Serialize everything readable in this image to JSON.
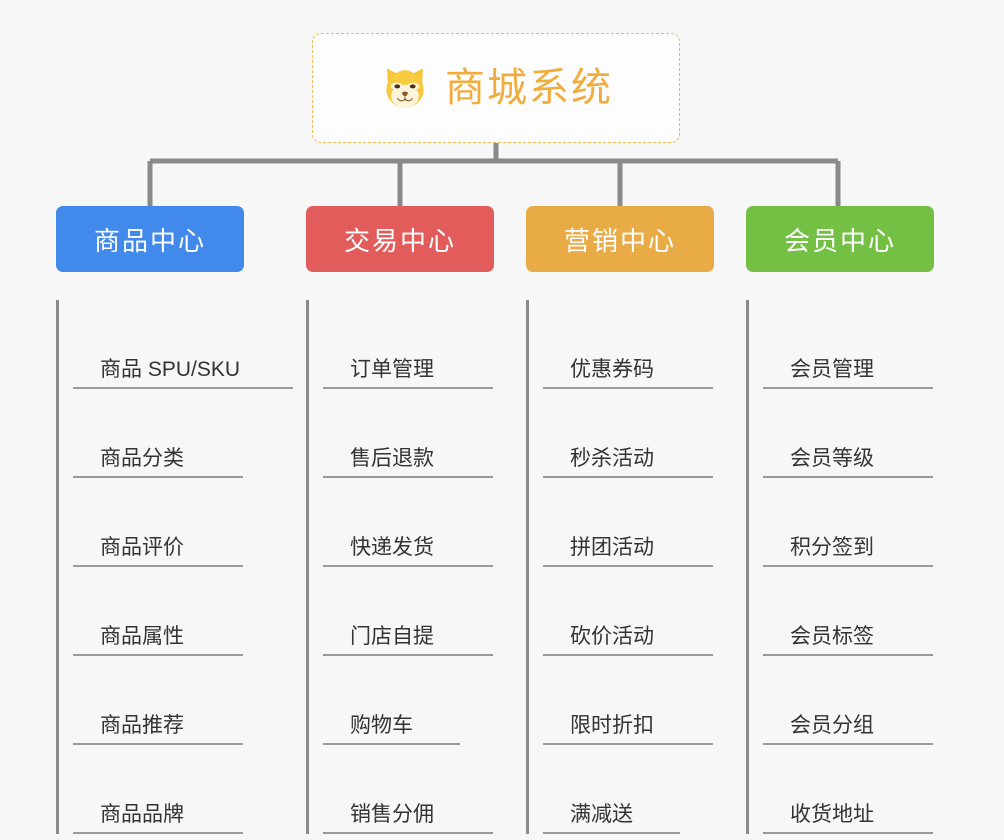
{
  "root": {
    "title": "商城系统",
    "icon": "dog-face-icon",
    "border_color": "#f0b94a",
    "text_color": "#f0ad3e"
  },
  "colors": {
    "background": "#f7f7f7",
    "connector": "#8a8a8a",
    "leaf_rule": "#9a9a9a",
    "leaf_text": "#333333",
    "product": "#4289ec",
    "trade": "#e25c5c",
    "marketing": "#e8ab45",
    "member": "#74c044"
  },
  "categories": [
    {
      "label": "商品中心",
      "color": "#4289ec",
      "items": [
        {
          "label": "商品 SPU/SKU"
        },
        {
          "label": "商品分类"
        },
        {
          "label": "商品评价"
        },
        {
          "label": "商品属性"
        },
        {
          "label": "商品推荐"
        },
        {
          "label": "商品品牌"
        }
      ]
    },
    {
      "label": "交易中心",
      "color": "#e25c5c",
      "items": [
        {
          "label": "订单管理"
        },
        {
          "label": "售后退款"
        },
        {
          "label": "快递发货"
        },
        {
          "label": "门店自提"
        },
        {
          "label": "购物车"
        },
        {
          "label": "销售分佣"
        }
      ]
    },
    {
      "label": "营销中心",
      "color": "#e8ab45",
      "items": [
        {
          "label": "优惠券码"
        },
        {
          "label": "秒杀活动"
        },
        {
          "label": "拼团活动"
        },
        {
          "label": "砍价活动"
        },
        {
          "label": "限时折扣"
        },
        {
          "label": "满减送"
        }
      ]
    },
    {
      "label": "会员中心",
      "color": "#74c044",
      "items": [
        {
          "label": "会员管理"
        },
        {
          "label": "会员等级"
        },
        {
          "label": "积分签到"
        },
        {
          "label": "会员标签"
        },
        {
          "label": "会员分组"
        },
        {
          "label": "收货地址"
        }
      ]
    }
  ]
}
